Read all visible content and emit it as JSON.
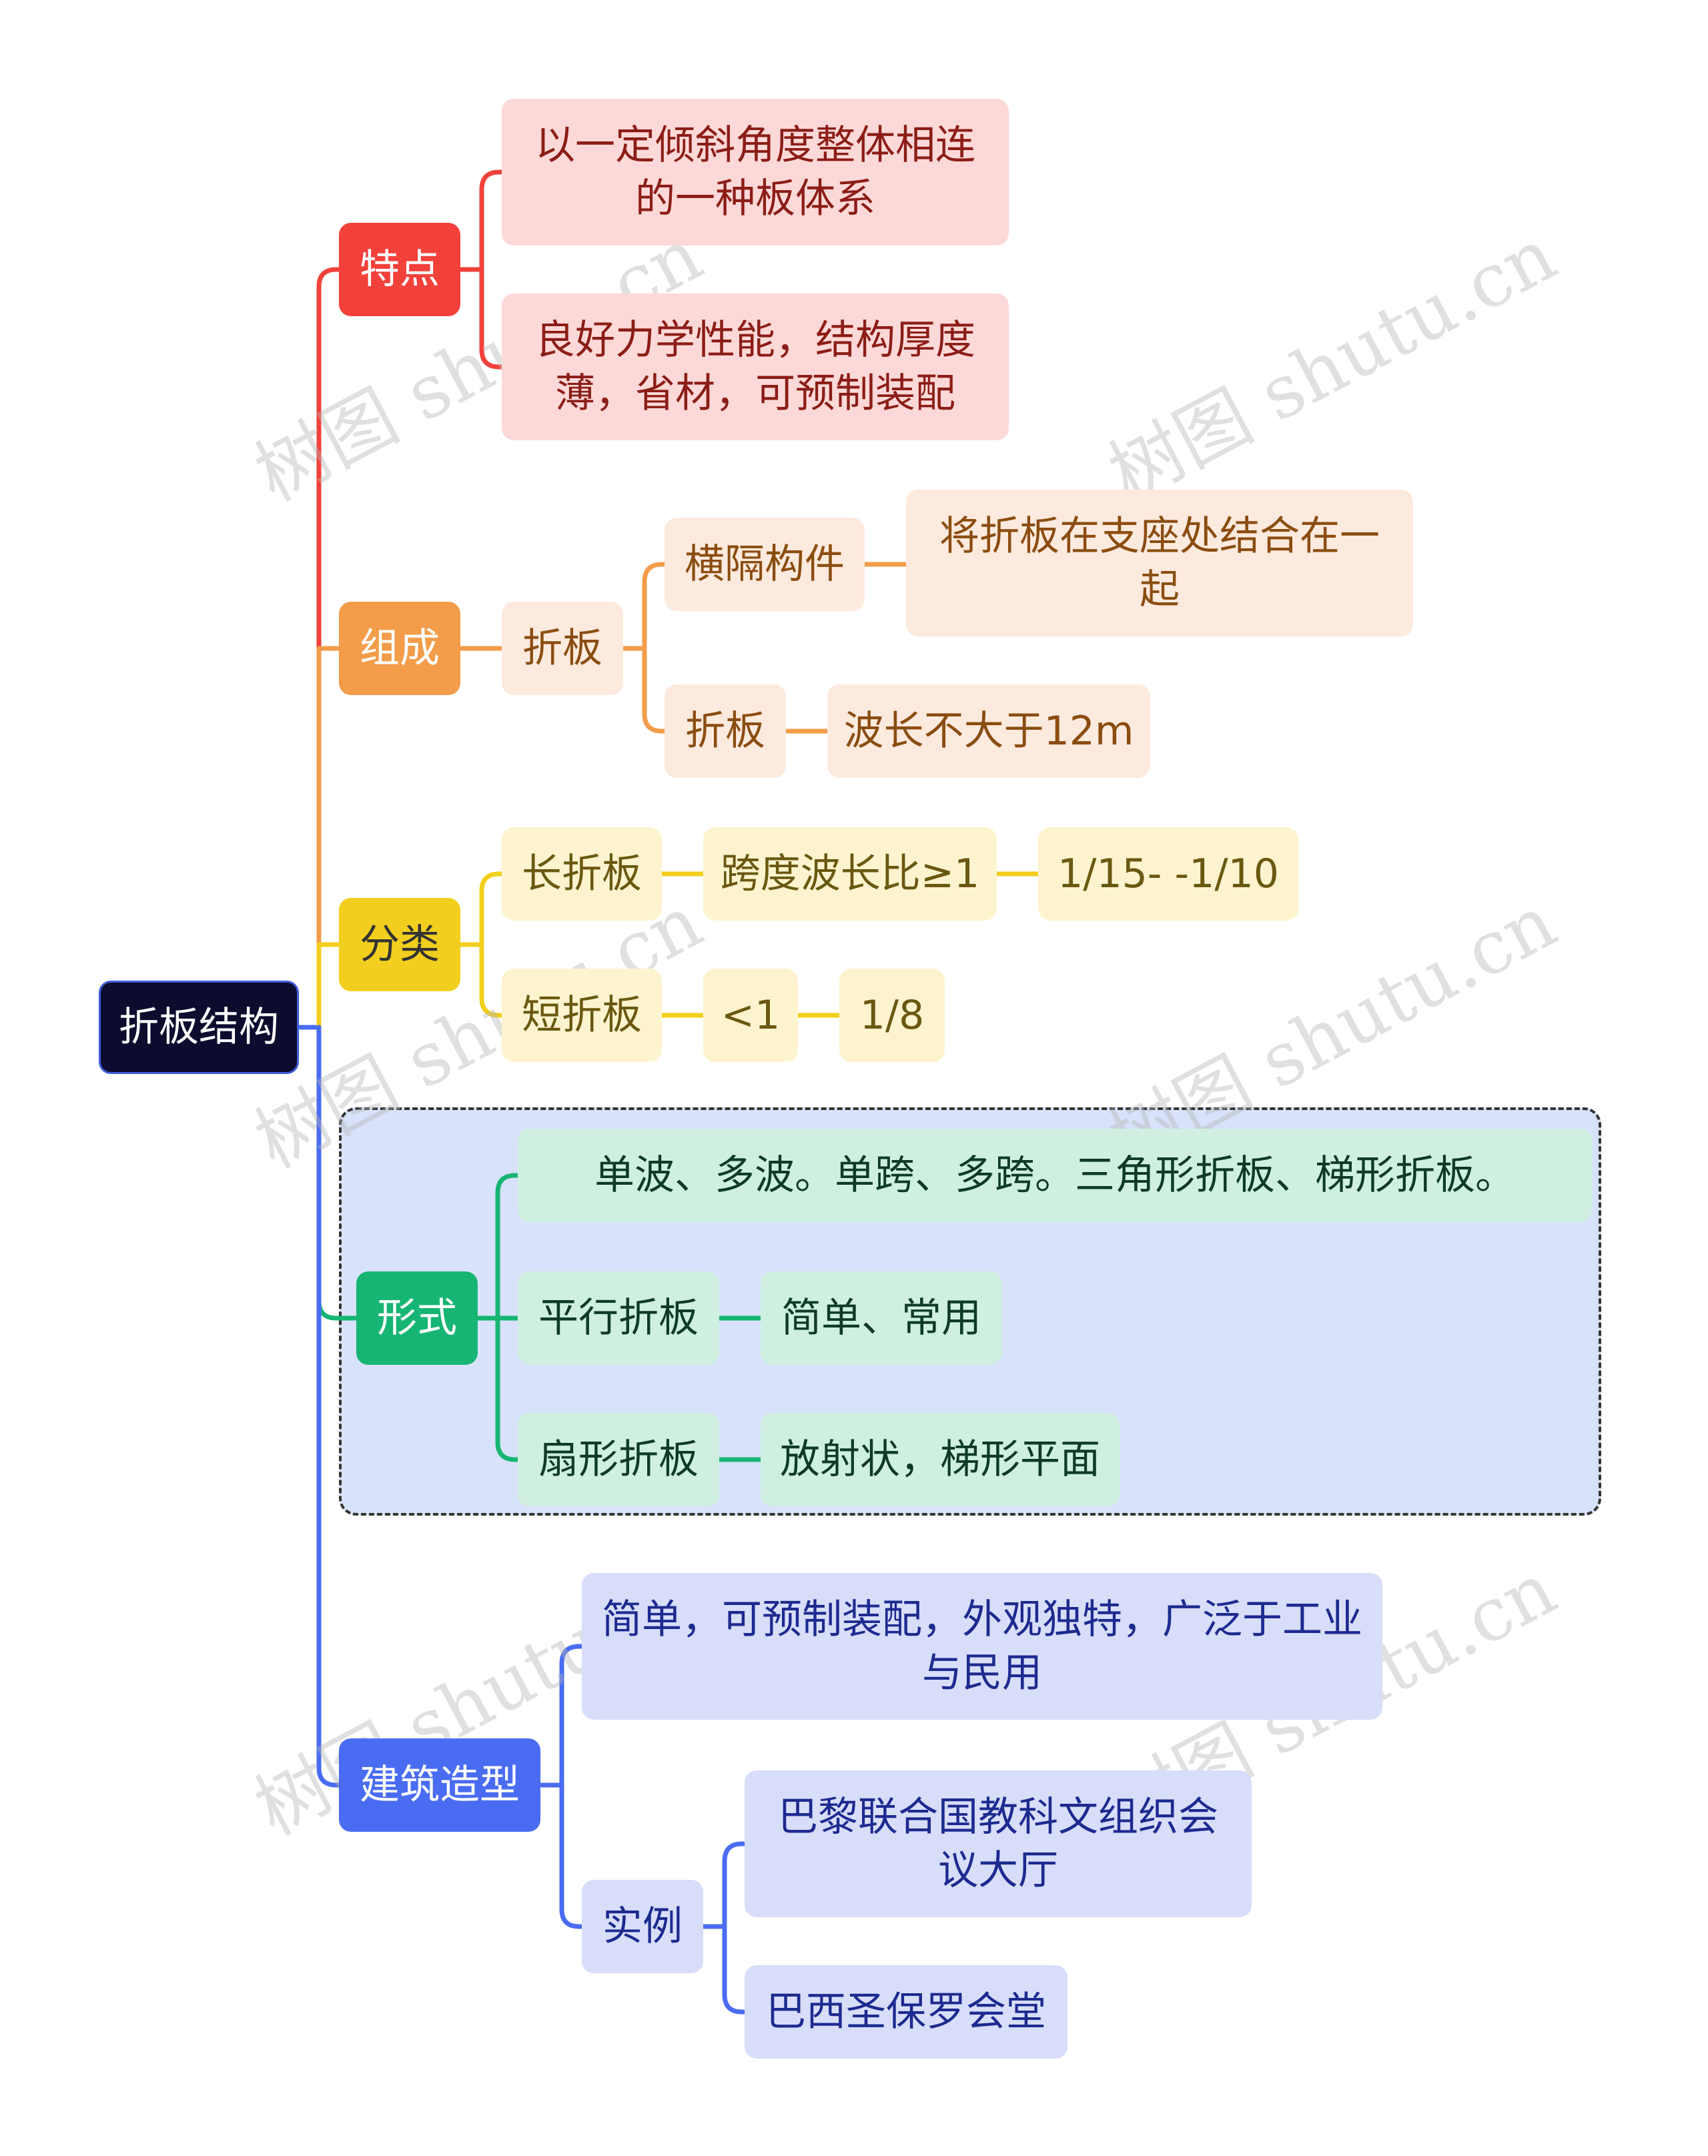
{
  "root": "折板结构",
  "watermark": "树图 shutu.cn",
  "colors": {
    "red": "#f2413b",
    "orange": "#f39c4a",
    "yellow": "#f2cf1e",
    "green": "#17b573",
    "blue": "#4a6cf2",
    "root_bg": "#0c0c2e"
  },
  "branches": {
    "features": {
      "label": "特点",
      "items": [
        "以一定倾斜角度整体相连\n的一种板体系",
        "良好力学性能，结构厚度\n薄，省材，可预制装配"
      ]
    },
    "composition": {
      "label": "组成",
      "sub": "折板",
      "members": [
        {
          "label": "横隔构件",
          "detail": "将折板在支座处结合在一\n起"
        },
        {
          "label": "折板",
          "detail": "波长不大于12m"
        }
      ]
    },
    "classification": {
      "label": "分类",
      "items": [
        {
          "label": "长折板",
          "ratio": "跨度波长比≥1",
          "value": "1/15- -1/10"
        },
        {
          "label": "短折板",
          "ratio": "<1",
          "value": "1/8"
        }
      ]
    },
    "form": {
      "label": "形式",
      "summary": "单波、多波。单跨、多跨。三角形折板、梯形折板。",
      "items": [
        {
          "label": "平行折板",
          "detail": "简单、常用"
        },
        {
          "label": "扇形折板",
          "detail": "放射状，梯形平面"
        }
      ]
    },
    "architecture": {
      "label": "建筑造型",
      "summary": "简单，可预制装配，外观独特，广泛于工业\n与民用",
      "examples_label": "实例",
      "examples": [
        "巴黎联合国教科文组织会\n议大厅",
        "巴西圣保罗会堂"
      ]
    }
  }
}
